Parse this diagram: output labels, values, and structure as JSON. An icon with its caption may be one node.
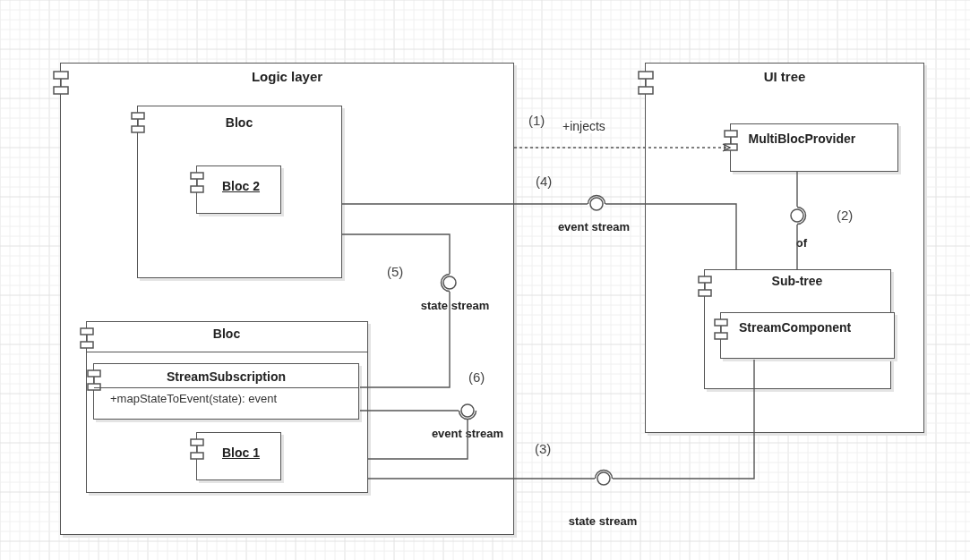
{
  "diagram": {
    "nodes": [
      {
        "text": [
          "Logic layer"
        ]
      },
      {
        "text": [
          "Bloc"
        ],
        "in": 0
      },
      {
        "text": [
          "Bloc 2"
        ],
        "in": 1
      },
      {
        "text": [
          "Bloc"
        ],
        "in": 0
      },
      {
        "text": [
          "StreamSubscription",
          "+mapStateToEvent(state): event"
        ],
        "in": 3
      },
      {
        "text": [
          "Bloc 1"
        ],
        "in": 3
      },
      {
        "text": [
          "UI tree"
        ]
      },
      {
        "text": [
          "MultiBlocProvider"
        ],
        "in": 6
      },
      {
        "text": [
          "Sub-tree"
        ],
        "in": 6
      },
      {
        "text": [
          "StreamComponent"
        ],
        "in": 8
      },
      {
        "text": [],
        "shape": "circle",
        "beside": [
          "event stream"
        ]
      },
      {
        "text": [],
        "shape": "circle",
        "beside": [
          "of"
        ],
        "in": 6
      },
      {
        "text": [],
        "shape": "circle",
        "beside": [
          "state stream"
        ],
        "in": 0
      },
      {
        "text": [],
        "shape": "circle",
        "beside": [
          "event stream"
        ],
        "in": 0
      },
      {
        "text": [],
        "shape": "circle",
        "beside": [
          "state stream"
        ]
      }
    ],
    "edges": [
      {
        "from": 0,
        "to": 7,
        "arrow": "to",
        "label": "+injects",
        "style": "dashed"
      },
      {
        "from": 1,
        "to": 10,
        "arrow": "none"
      },
      {
        "from": 10,
        "to": 8,
        "arrow": "none"
      },
      {
        "from": 7,
        "to": 11,
        "arrow": "none"
      },
      {
        "from": 11,
        "to": 8,
        "arrow": "none"
      },
      {
        "from": 1,
        "to": 12,
        "arrow": "none"
      },
      {
        "from": 4,
        "to": 12,
        "arrow": "none"
      },
      {
        "from": 4,
        "to": 13,
        "arrow": "none"
      },
      {
        "from": 3,
        "to": 13,
        "arrow": "none"
      },
      {
        "from": 3,
        "to": 14,
        "arrow": "none"
      },
      {
        "from": 14,
        "to": 9,
        "arrow": "none"
      }
    ],
    "labels": [
      "(1)",
      "(4)",
      "(2)",
      "(5)",
      "(6)",
      "(3)"
    ]
  }
}
